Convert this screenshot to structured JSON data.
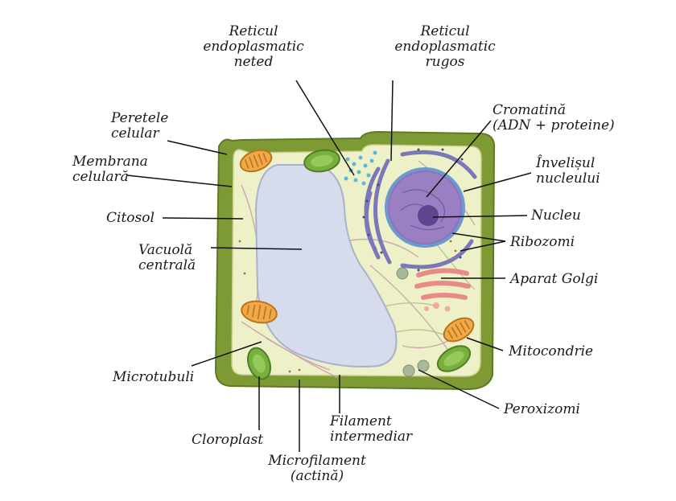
{
  "labels": {
    "reticul_neted": [
      "Reticul",
      "endoplasmatic",
      "neted"
    ],
    "reticul_rugos": [
      "Reticul",
      "endoplasmatic",
      "rugos"
    ],
    "peretele_celular": [
      "Peretele",
      "celular"
    ],
    "membrana_celulara": [
      "Membrana",
      "celulară"
    ],
    "citosol": "Citosol",
    "vacuola_centrala": [
      "Vacuolă",
      "centrală"
    ],
    "microtubuli": "Microtubuli",
    "cloroplast": "Cloroplast",
    "microfilament": [
      "Microfilament",
      "(actină)"
    ],
    "filament_intermediar": [
      "Filament",
      "intermediar"
    ],
    "cromatina": [
      "Cromatină",
      "(ADN + proteine)"
    ],
    "invelisul_nucleului": [
      "Învelișul",
      "nucleului"
    ],
    "nucleu": "Nucleu",
    "ribozomi": "Ribozomi",
    "aparat_golgi": "Aparat Golgi",
    "mitocondrie": "Mitocondrie",
    "peroxizomi": "Peroxizomi"
  },
  "colors": {
    "cell_wall": "#8a9a3a",
    "cytosol": "#eef0c8",
    "vacuole": "#d6dcec",
    "nucleus": "#8e72b8",
    "nucleolus": "#5e4590",
    "er": "#7a78b8",
    "mitochondria": "#f0a848",
    "chloroplast": "#78b040",
    "golgi": "#f0a8a8",
    "peroxisome": "#a8b898",
    "smooth_er_dots": "#5ab8d8"
  }
}
